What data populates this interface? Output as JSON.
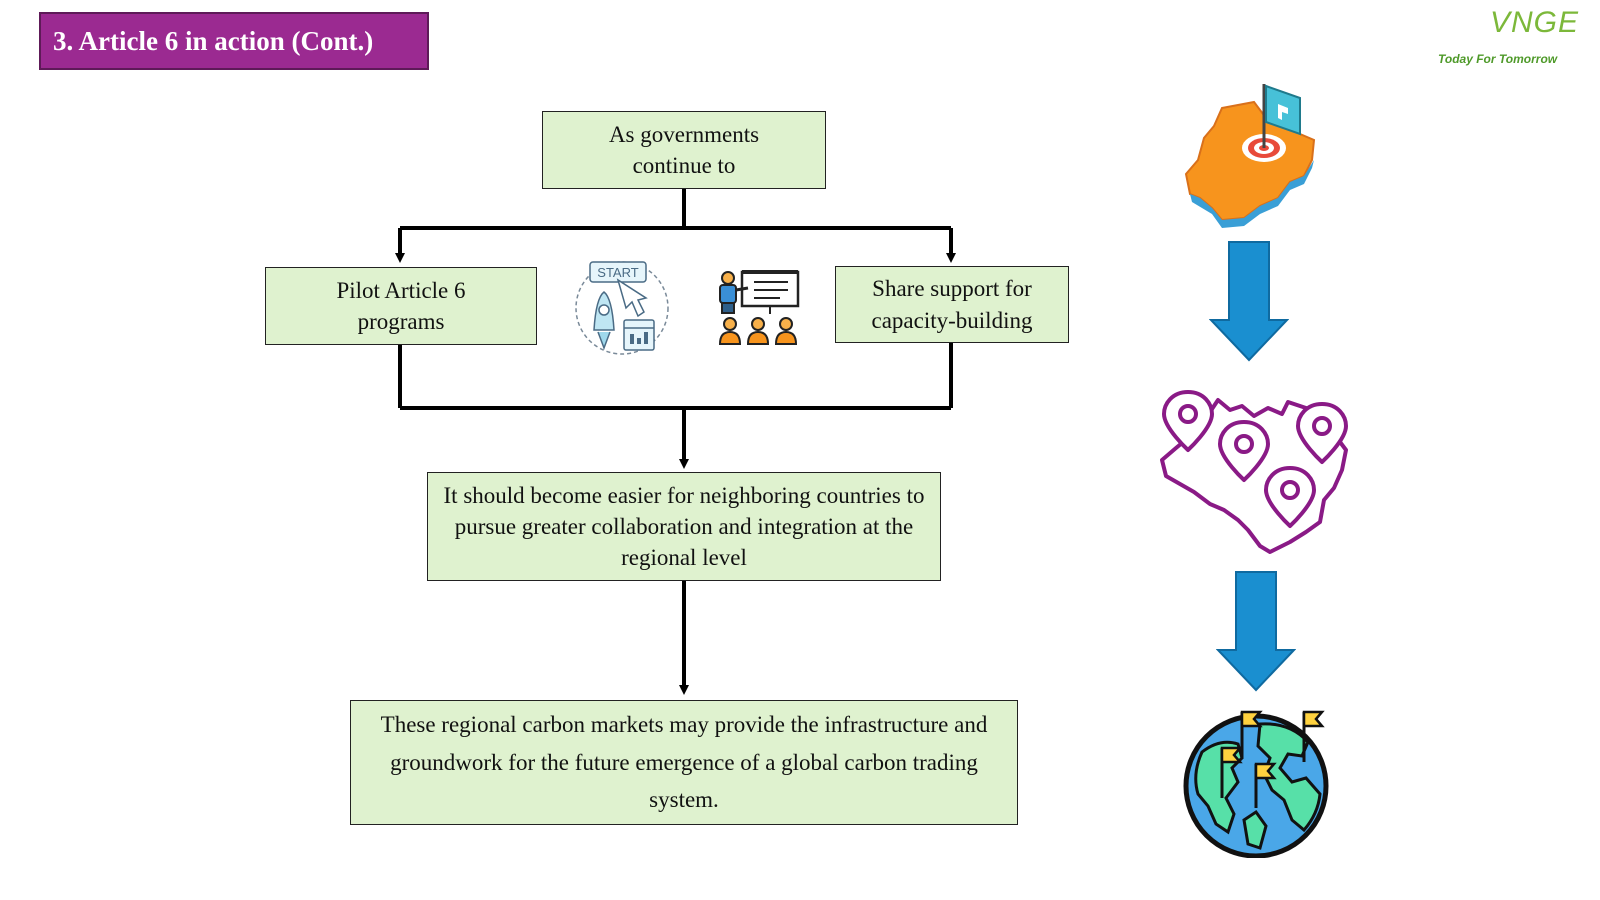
{
  "slide": {
    "title": "3. Article 6 in action (Cont.)"
  },
  "logo": {
    "brand": "VNGE",
    "tagline": "Today For Tomorrow",
    "color": "#7cb83a"
  },
  "flow": {
    "top": "As governments continue to",
    "left": "Pilot Article 6 programs",
    "right": "Share support for capacity-building",
    "middle": "It should become easier for neighboring countries to pursue greater collaboration and integration at the regional level",
    "bottom": "These regional carbon markets may provide the infrastructure and groundwork for the future emergence of a global carbon trading system."
  },
  "icons": {
    "start": "START",
    "start_icon": "start-launch-icon",
    "presentation_icon": "presentation-training-icon",
    "country_icon": "country-target-flag-icon",
    "region_icon": "regional-map-pins-icon",
    "globe_icon": "globe-flags-icon",
    "arrow_icon": "down-arrow-icon"
  },
  "colors": {
    "title_bg": "#9b2a91",
    "box_fill": "#dff2cf",
    "arrow_blue": "#1a8fd0",
    "pin_purple": "#8a1a86",
    "country_orange": "#f7941d"
  }
}
